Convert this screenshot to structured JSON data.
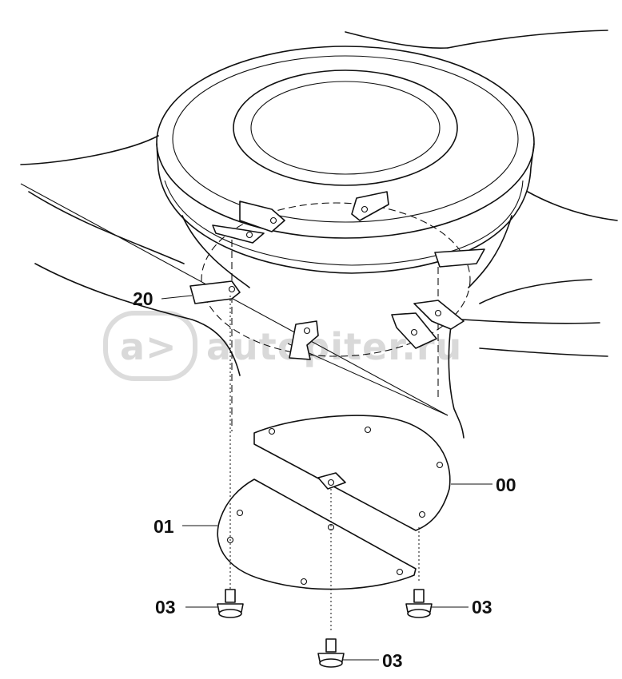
{
  "diagram": {
    "callouts": [
      {
        "id": "00",
        "label": "00"
      },
      {
        "id": "01",
        "label": "01"
      },
      {
        "id": "20",
        "label": "20"
      },
      {
        "id": "03a",
        "label": "03"
      },
      {
        "id": "03b",
        "label": "03"
      },
      {
        "id": "03c",
        "label": "03"
      }
    ]
  },
  "watermark": {
    "text": "autopiter.ru",
    "logo_glyph": "a>"
  }
}
